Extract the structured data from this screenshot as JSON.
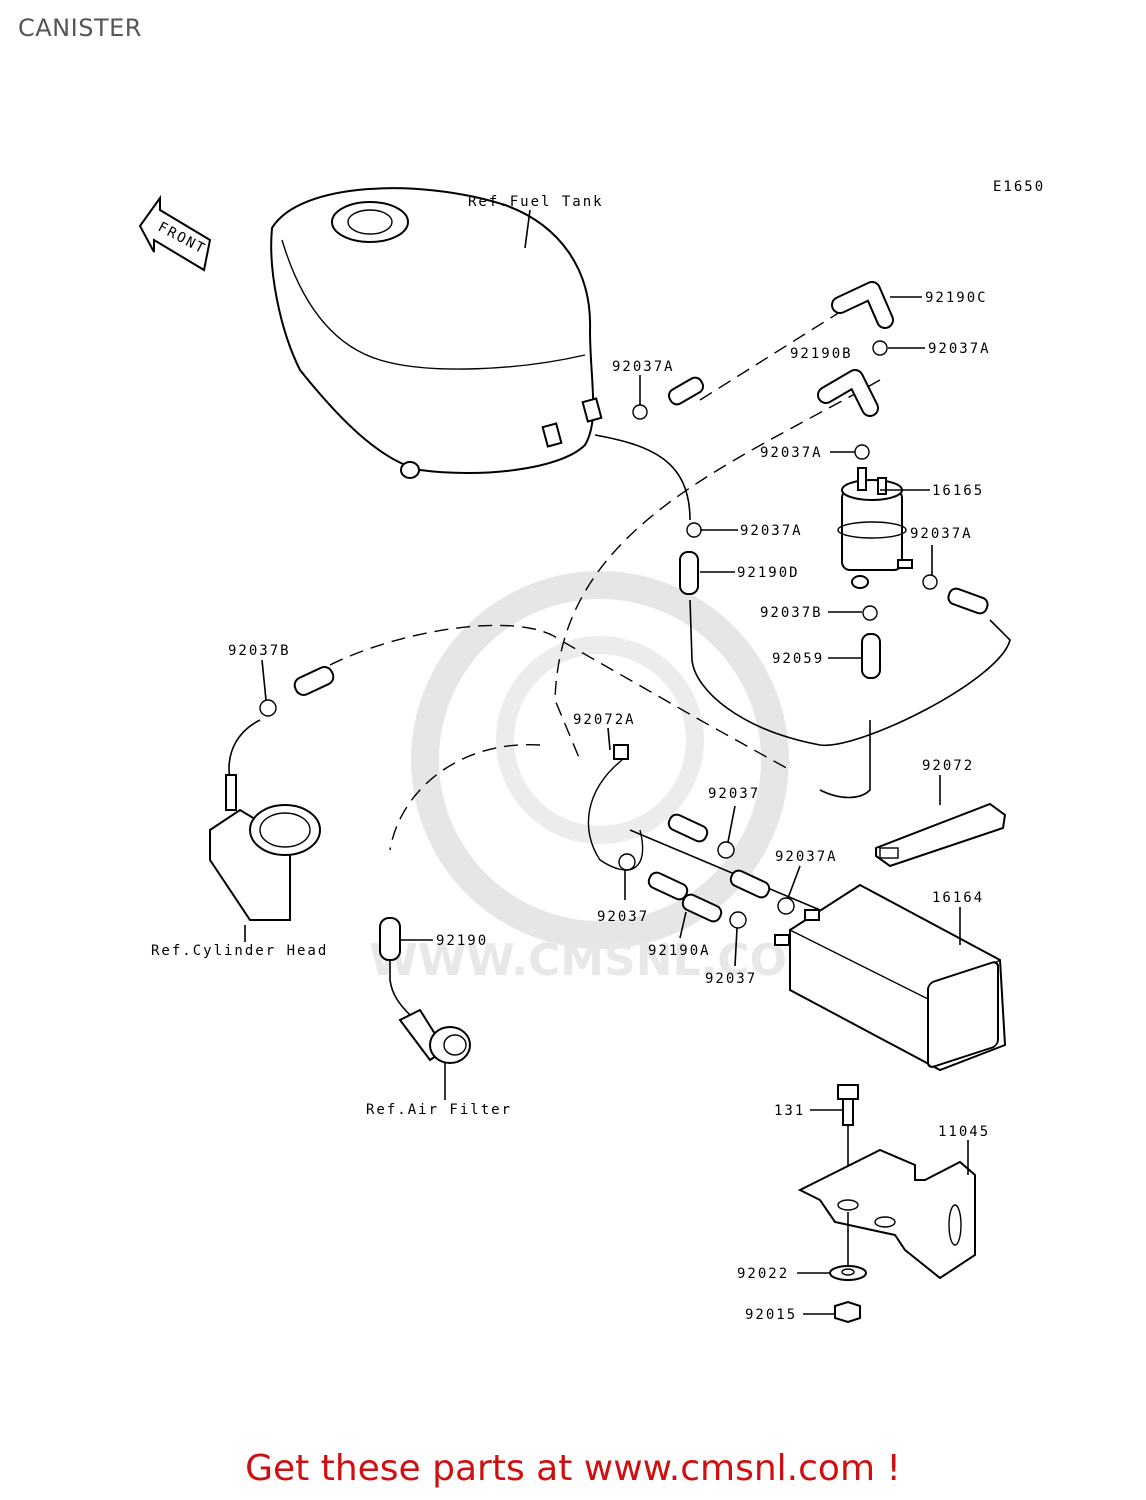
{
  "header": {
    "title": "CANISTER"
  },
  "diagram": {
    "code": "E1650",
    "front_arrow": "FRONT",
    "refs": {
      "fuel_tank": "Ref.Fuel Tank",
      "cylinder_head": "Ref.Cylinder Head",
      "air_filter": "Ref.Air Filter"
    },
    "parts": {
      "p92190C": "92190C",
      "p92037A_1": "92037A",
      "p92190B": "92190B",
      "p92037A_2": "92037A",
      "p92037A_3": "92037A",
      "p16165": "16165",
      "p92037A_4": "92037A",
      "p92037A_5": "92037A",
      "p92190D": "92190D",
      "p92037B_1": "92037B",
      "p92059": "92059",
      "p92037B_2": "92037B",
      "p92072A": "92072A",
      "p92072": "92072",
      "p92037_1": "92037",
      "p92037A_6": "92037A",
      "p16164": "16164",
      "p92037_2": "92037",
      "p92190A": "92190A",
      "p92037_3": "92037",
      "p92190": "92190",
      "p131": "131",
      "p11045": "11045",
      "p92022": "92022",
      "p92015": "92015"
    }
  },
  "watermark": "WWW.CMSNL.COM",
  "footer": {
    "text": "Get these parts at www.cmsnl.com !"
  },
  "colors": {
    "footer": "#d01010",
    "title": "#555555",
    "watermark": "#e6e6e6"
  }
}
